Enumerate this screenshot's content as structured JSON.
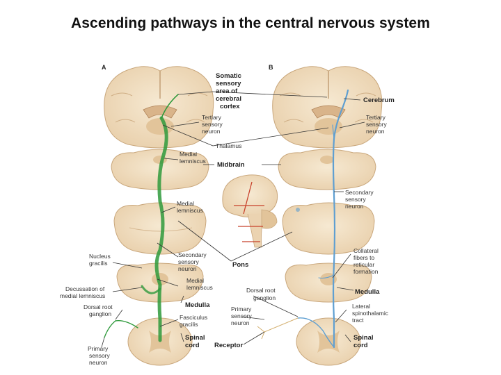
{
  "title": "Ascending pathways in the central nervous system",
  "panels": {
    "a": "A",
    "b": "B"
  },
  "labels": {
    "somatic1": "Somatic",
    "somatic2": "sensory",
    "somatic3": "area of",
    "somatic4": "cerebral",
    "somatic5": "cortex",
    "cerebrum": "Cerebrum",
    "tertiaryA1": "Tertiary",
    "tertiaryA2": "sensory",
    "tertiaryA3": "neuron",
    "tertiaryB1": "Tertiary",
    "tertiaryB2": "sensory",
    "tertiaryB3": "neuron",
    "thalamus": "Thalamus",
    "medlemA1_1": "Medial",
    "medlemA1_2": "lemniscus",
    "midbrain": "Midbrain",
    "secondaryB1": "Secondary",
    "secondaryB2": "sensory",
    "secondaryB3": "neuron",
    "medlemA2_1": "Medial",
    "medlemA2_2": "lemniscus",
    "nucleus1": "Nucleus",
    "nucleus2": "gracilis",
    "secondaryA1": "Secondary",
    "secondaryA2": "sensory",
    "secondaryA3": "neuron",
    "pons": "Pons",
    "collateral1": "Collateral",
    "collateral2": "fibers to",
    "collateral3": "reticular",
    "collateral4": "formation",
    "decussation1": "Decussation of",
    "decussation2": "medial lemniscus",
    "medlemA3_1": "Medial",
    "medlemA3_2": "lemniscus",
    "dorsalB1": "Dorsal root",
    "dorsalB2": "ganglion",
    "medullaB": "Medulla",
    "dorsalA1": "Dorsal root",
    "dorsalA2": "ganglion",
    "medullaA": "Medulla",
    "primaryB1": "Primary",
    "primaryB2": "sensory",
    "primaryB3": "neuron",
    "lateral1": "Lateral",
    "lateral2": "spinothalamic",
    "lateral3": "tract",
    "fasciculus1": "Fasciculus",
    "fasciculus2": "gracilis",
    "spinalA1": "Spinal",
    "spinalA2": "cord",
    "receptor": "Receptor",
    "spinalB1": "Spinal",
    "spinalB2": "cord",
    "primaryA1": "Primary",
    "primaryA2": "sensory",
    "primaryA3": "neuron"
  },
  "colors": {
    "tissue": "#f1e1c6",
    "tissue_edge": "#c9a77c",
    "gray_matter": "#e2c49a",
    "green_path": "#2f9a3c",
    "blue_path": "#5f9fd1",
    "red_marker": "#c8402a"
  }
}
